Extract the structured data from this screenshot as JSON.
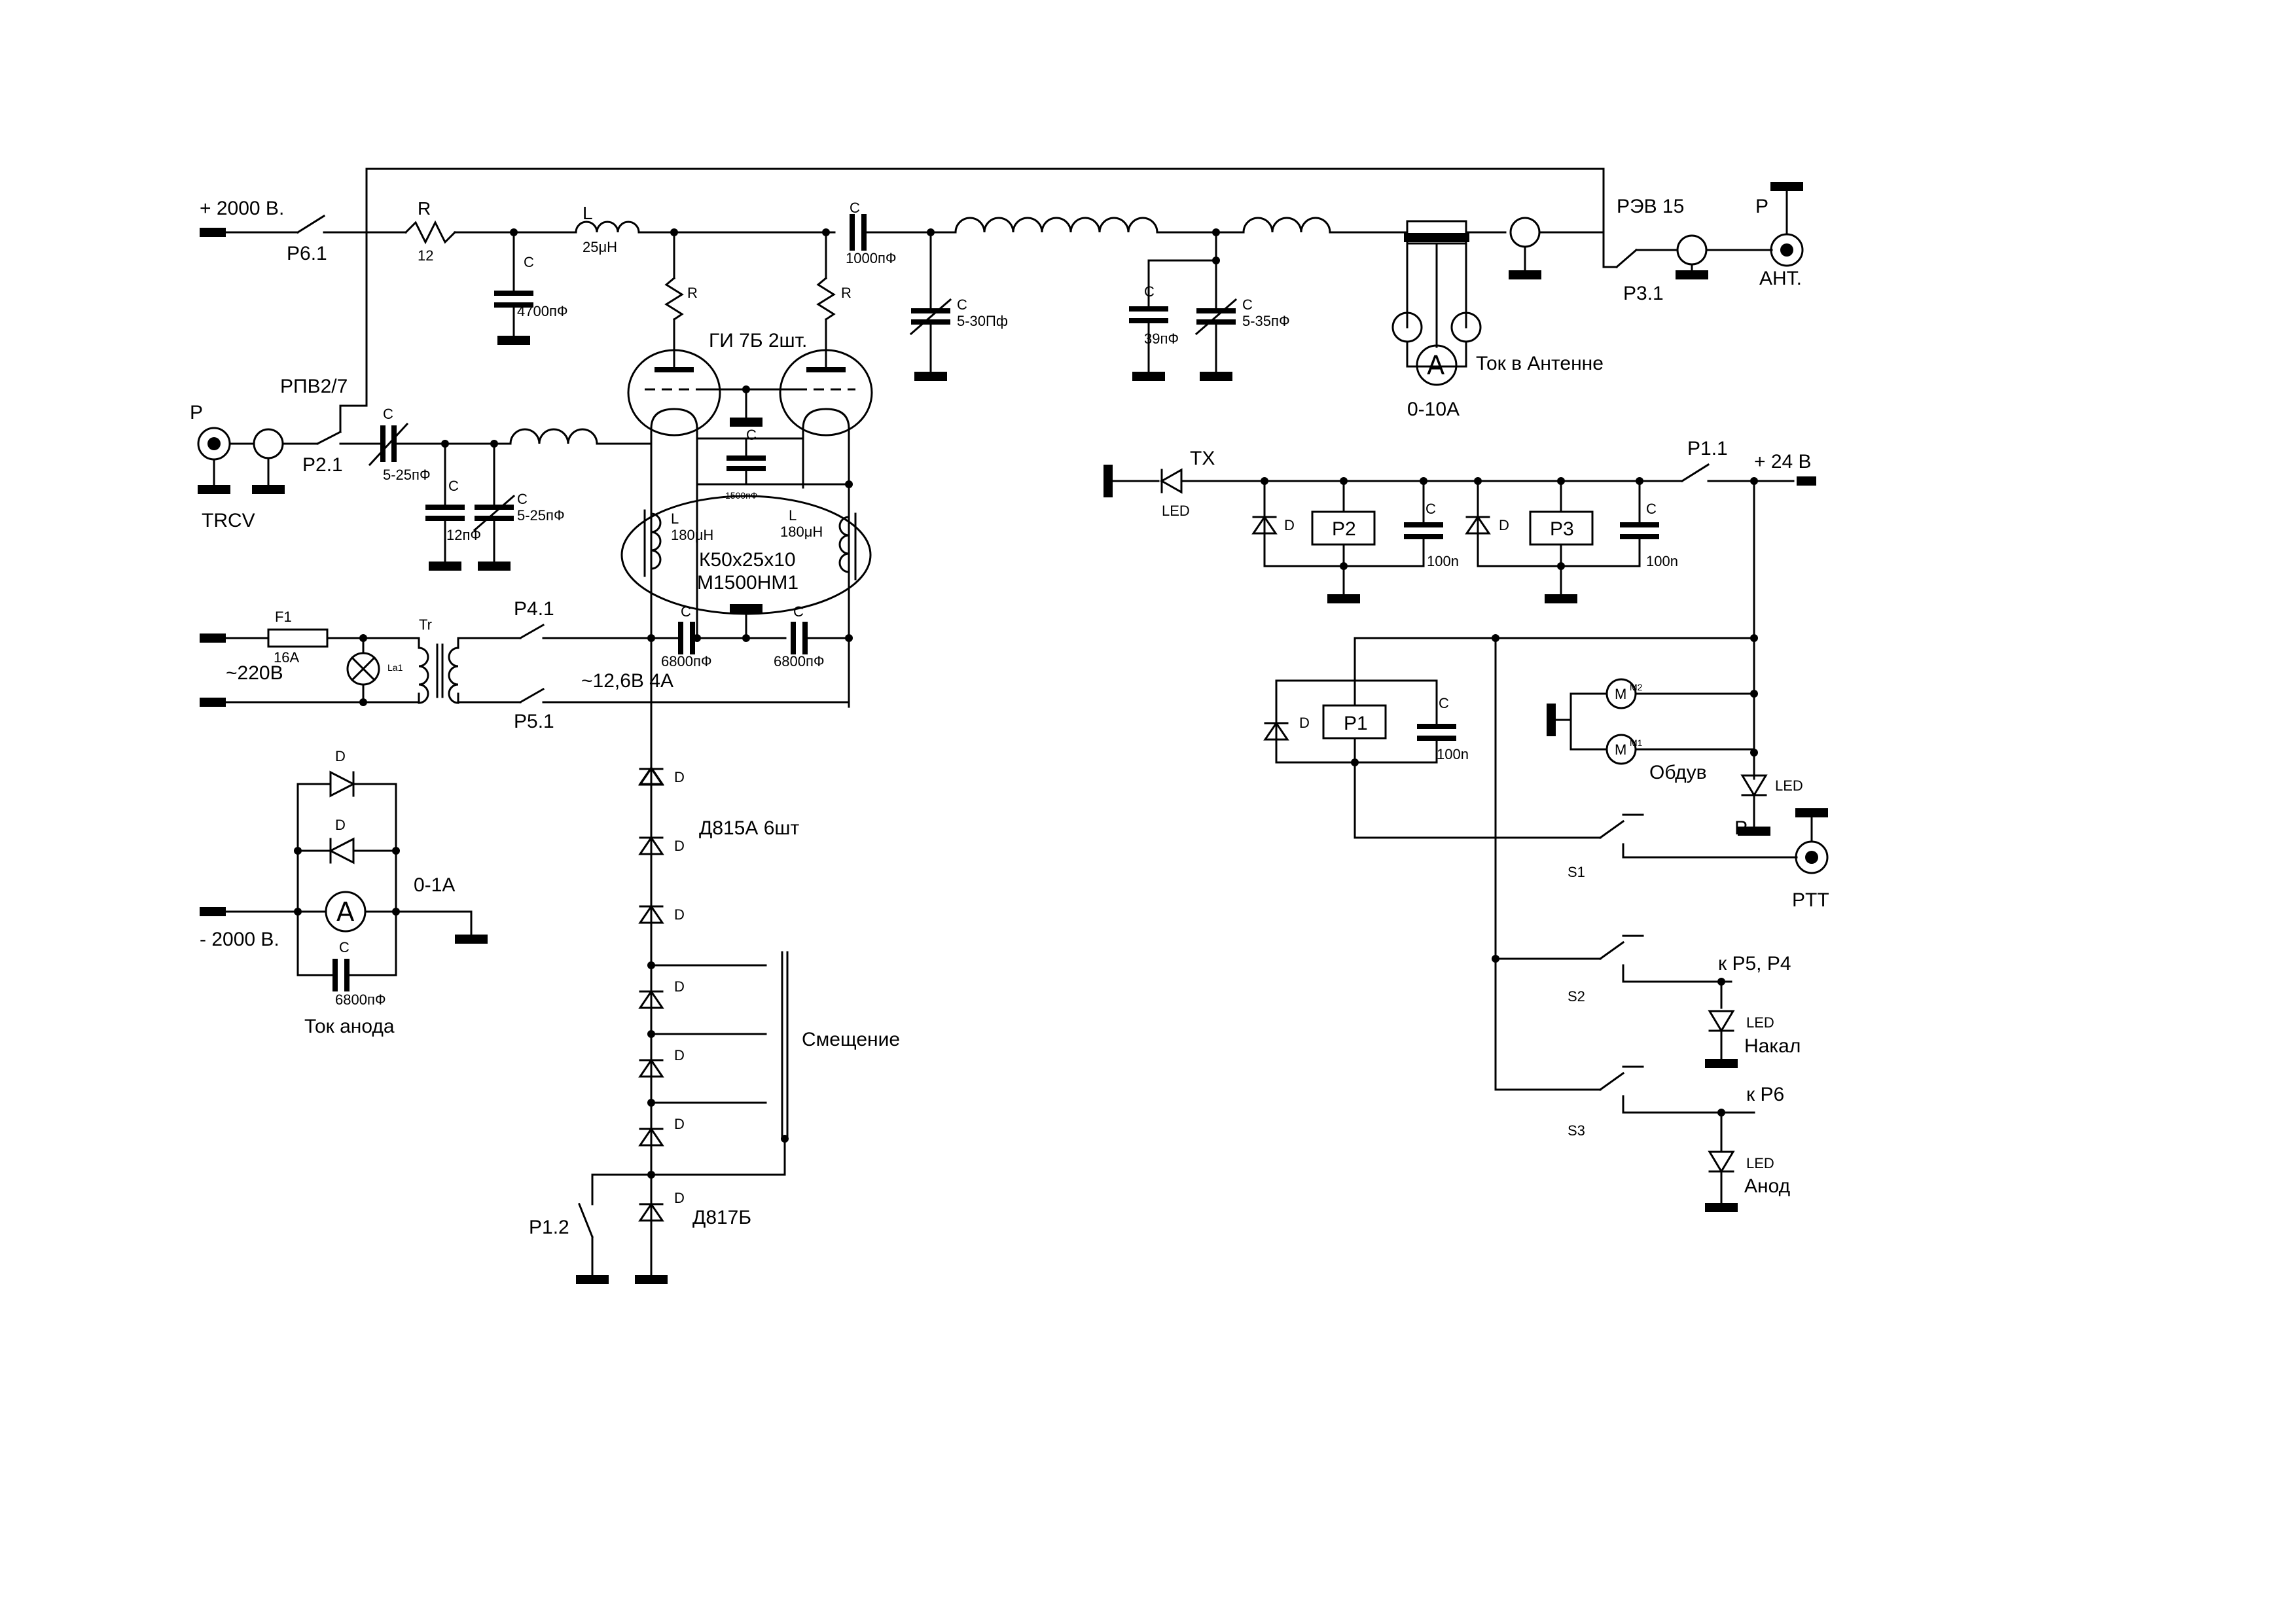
{
  "labels": {
    "plus2000": "+ 2000 В.",
    "p61": "Р6.1",
    "r_top": "R",
    "r12": "12",
    "l_top": "L",
    "l25": "25μН",
    "c_4700_t": "С",
    "c_4700_v": "4700пФ",
    "r_a1": "R",
    "r_a2": "R",
    "c_1000_t": "С",
    "c_1000_v": "1000пФ",
    "c530_t": "С",
    "c530_v": "5-30Пф",
    "c39_t": "С",
    "c39_v": "39пФ",
    "c535_t": "С",
    "c535_v": "5-35пФ",
    "tube": "ГИ 7Б   2шт.",
    "ant_current": "Ток в Антенне",
    "range10": "0-10А",
    "rev15": "РЭВ 15",
    "p_ant": "Р",
    "p31": "Р3.1",
    "ant": "АНТ.",
    "rpv": "РПВ2/7",
    "p_trcv": "Р",
    "trcv": "TRCV",
    "p21": "Р2.1",
    "c525a_t": "С",
    "c525a_v": "5-25пФ",
    "c12_t": "С",
    "c12_v": "12пФ",
    "c525b_t": "С",
    "c525b_v": "5-25пФ",
    "c1500_t": "С",
    "c1500_v": "1500пФ",
    "l1_t": "L",
    "l1_v": "180μН",
    "l2_t": "L",
    "l2_v": "180μН",
    "core1": "К50х25х10",
    "core2": "М1500НМ1",
    "f1": "F1",
    "f16": "16А",
    "v220": "~220В",
    "la1": "La1",
    "tr": "Tr",
    "p41": "Р4.1",
    "p51": "Р5.1",
    "v126": "~12,6В 4А",
    "c6800a_t": "С",
    "c6800a_v": "6800пФ",
    "c6800b_t": "С",
    "c6800b_v": "6800пФ",
    "d_label": "D",
    "d815": "Д815А  6шт",
    "bias": "Смещение",
    "d817": "Д817Б",
    "p12": "Р1.2",
    "range1": "0-1А",
    "minus2000": "- 2000 В.",
    "c6800c_t": "С",
    "c6800c_v": "6800пФ",
    "anode_current": "Ток анода",
    "tx": "TX",
    "led": "LED",
    "p11": "Р1.1",
    "plus24": "+ 24 В",
    "p2": "Р2",
    "p3": "Р3",
    "p1": "Р1",
    "c_t": "С",
    "c100n": "100n",
    "m": "M",
    "m1": "M1",
    "m2": "M2",
    "fan": "Обдув",
    "p_ptt": "Р",
    "ptt": "PTT",
    "s1": "S1",
    "s2": "S2",
    "s3": "S3",
    "to_p5p4": "к Р5, Р4",
    "heater": "Накал",
    "to_p6": "к Р6",
    "anode": "Анод"
  }
}
